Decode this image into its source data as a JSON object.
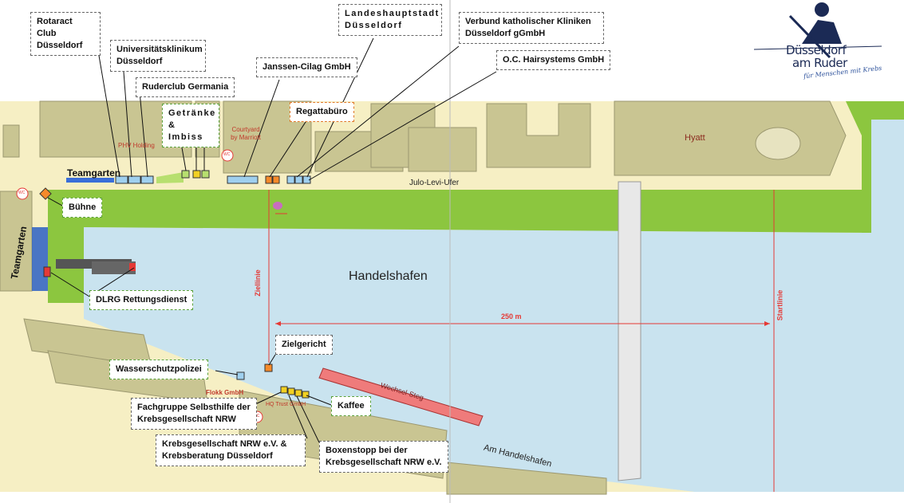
{
  "colors": {
    "water": "#c9e3ef",
    "green": "#8cc63f",
    "building": "#c9c592",
    "path": "#f6efc4",
    "red_line": "#e53935",
    "steg": "#ef7b7b"
  },
  "logo": {
    "line1": "Düsseldorf",
    "line2": "am Ruder",
    "tagline": "für Menschen mit Krebs"
  },
  "callouts": {
    "rotaract": "Rotaract Club Düsseldorf",
    "uniklinik": "Universitätsklinikum Düsseldorf",
    "ruderclub": "Ruderclub Germania",
    "getraenke": "Getränke & Imbiss",
    "janssen": "Janssen-Cilag GmbH",
    "landeshauptstadt": "Landeshauptstadt Düsseldorf",
    "verbund": "Verbund katholischer Kliniken Düsseldorf gGmbH",
    "hairsystems": "O.C. Hairsystems GmbH",
    "regattabuero": "Regattabüro",
    "buehne": "Bühne",
    "dlrg": "DLRG Rettungsdienst",
    "zielgericht": "Zielgericht",
    "wasserschutz": "Wasserschutzpolizei",
    "fachgruppe": "Fachgruppe Selbsthilfe der Krebsgesellschaft NRW",
    "kaffee": "Kaffee",
    "krebsgesellschaft": "Krebsgesellschaft NRW e.V. & Krebsberatung Düsseldorf",
    "boxenstopp": "Boxenstopp bei der Krebsgesellschaft NRW e.V."
  },
  "map_labels": {
    "teamgarten_top": "Teamgarten",
    "teamgarten_side": "Teamgarten",
    "phv": "PHV Holding",
    "courtyard": "Courtyard by Marriott",
    "hyatt": "Hyatt",
    "julo": "Julo-Levi-Ufer",
    "handelshafen": "Handelshafen",
    "ziellinie": "Ziellinie",
    "startlinie": "Startlinie",
    "distance": "250 m",
    "flokk": "Flokk GmbH",
    "hq": "HQ Trust GmbH",
    "wechselsteg": "Wechsel-Steg",
    "am_handelshafen": "Am Handelshafen",
    "wc": "WC"
  }
}
